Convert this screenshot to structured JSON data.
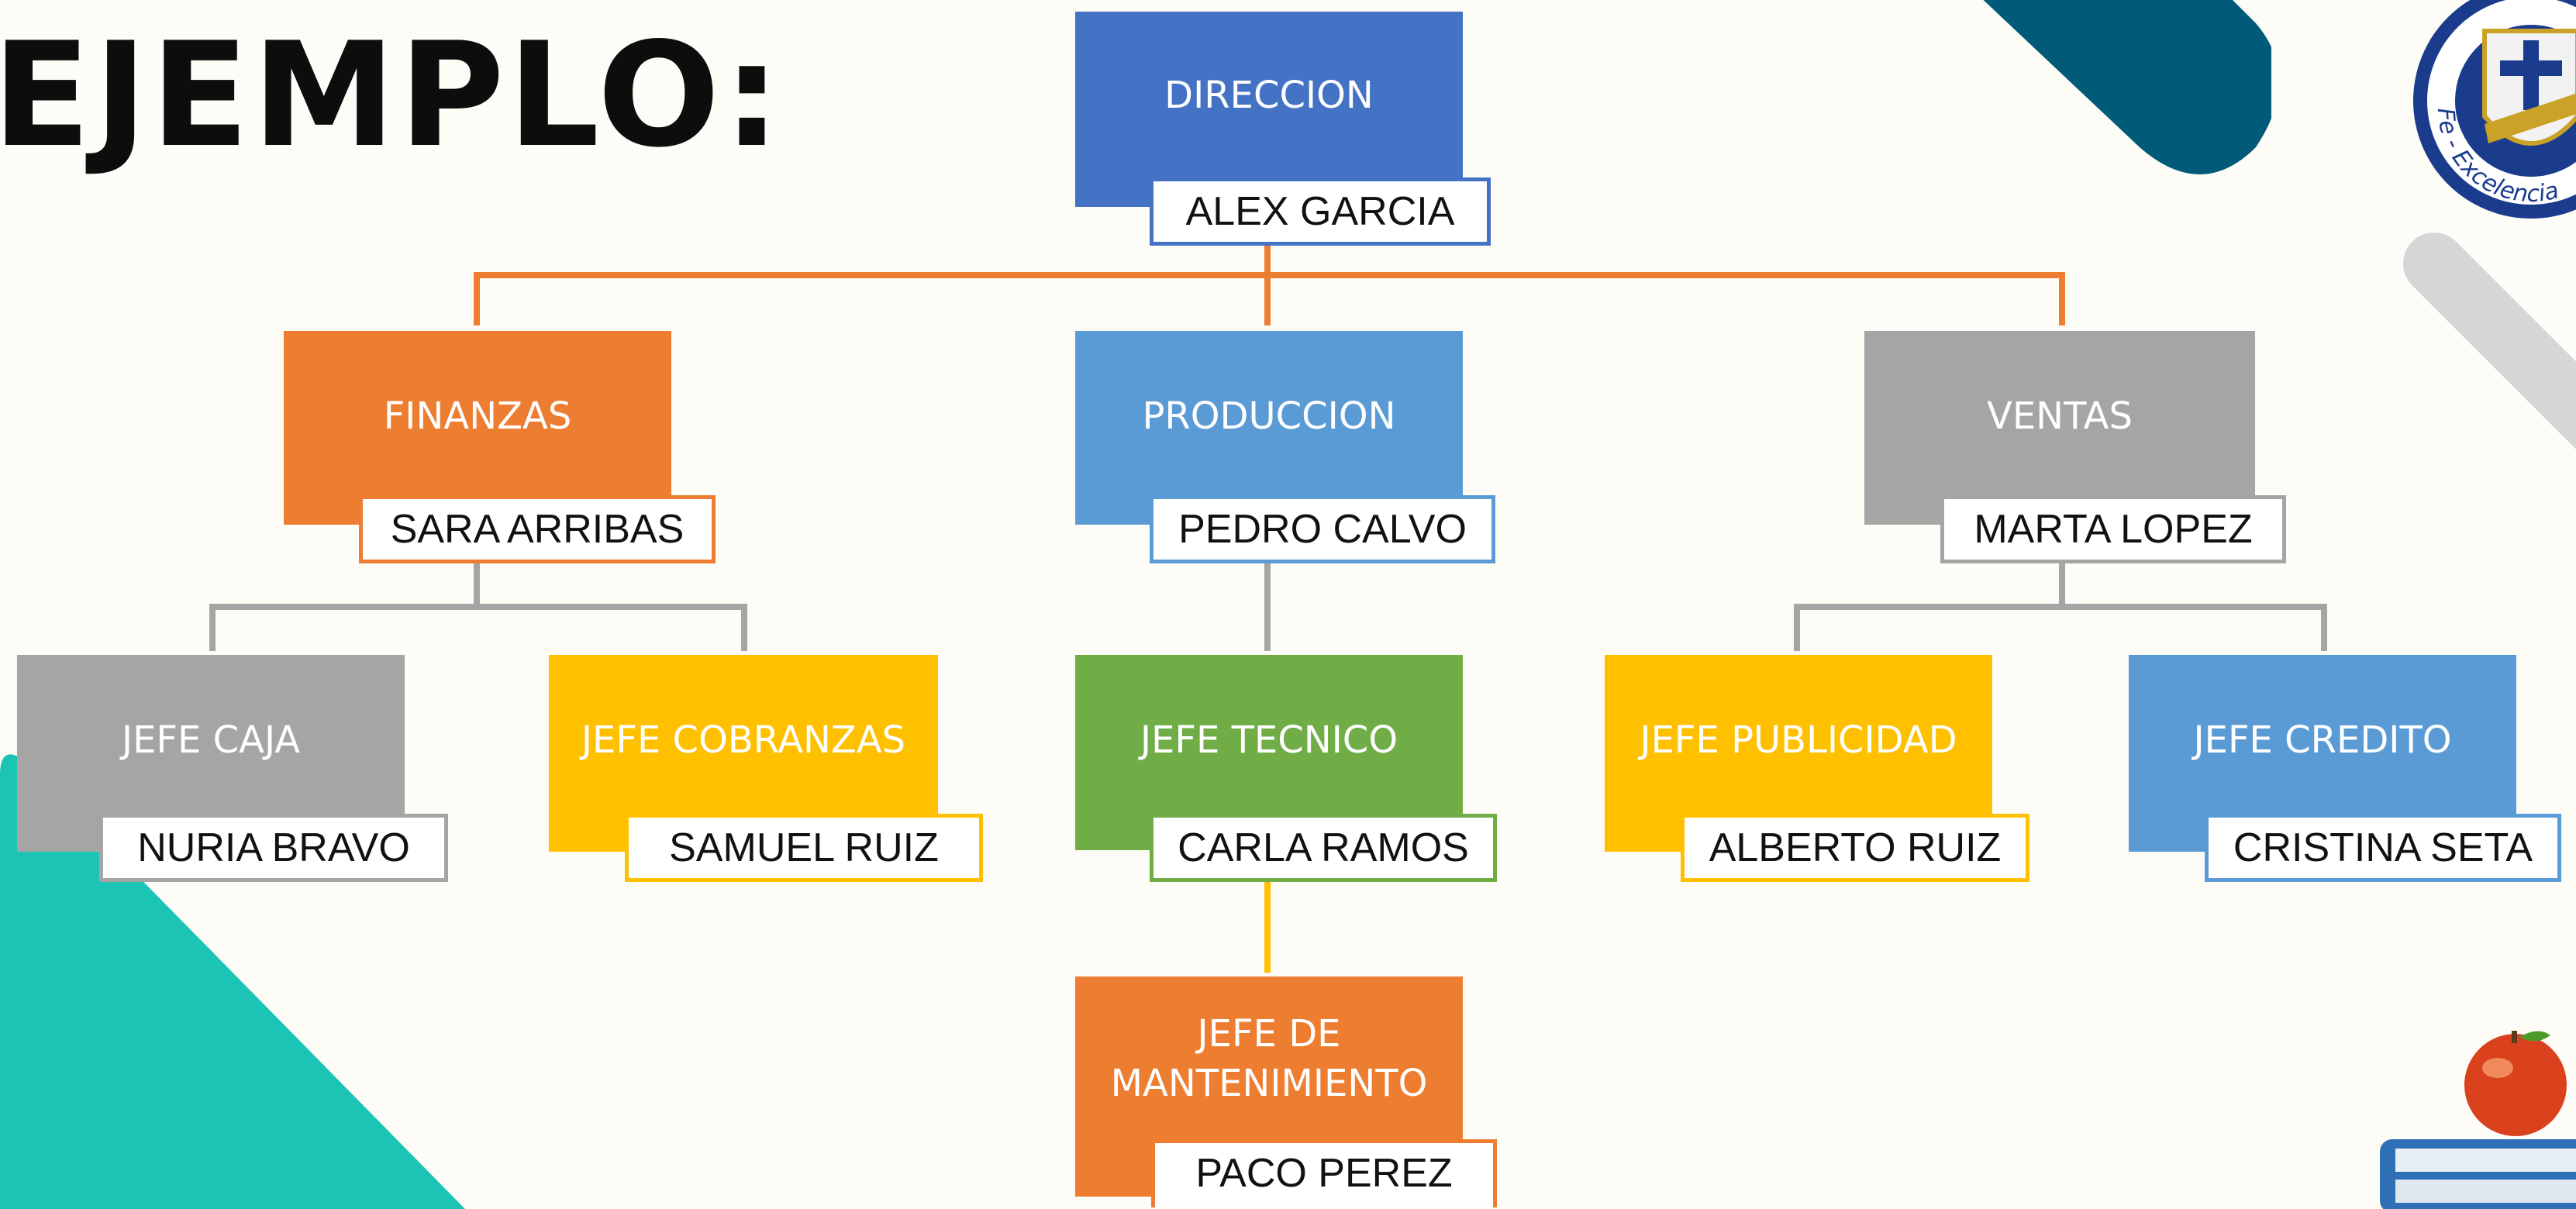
{
  "page_title": "EJEMPLO:",
  "colors": {
    "blue_dark": "#4472c4",
    "blue_light": "#5b9bd5",
    "orange": "#ed7d31",
    "grey": "#a5a5a5",
    "gold": "#ffc000",
    "green": "#70ad47",
    "teal_decor": "#1cc4b5",
    "navy_decor": "#005a78",
    "background": "#fdfcf7"
  },
  "org_chart": {
    "root": {
      "role": "DIRECCION",
      "name": "ALEX GARCIA"
    },
    "finanzas": {
      "role": "FINANZAS",
      "name": "SARA ARRIBAS"
    },
    "produccion": {
      "role": "PRODUCCION",
      "name": "PEDRO CALVO"
    },
    "ventas": {
      "role": "VENTAS",
      "name": "MARTA LOPEZ"
    },
    "jefe_caja": {
      "role": "JEFE CAJA",
      "name": "NURIA BRAVO"
    },
    "jefe_cobranzas": {
      "role": "JEFE COBRANZAS",
      "name": "SAMUEL RUIZ"
    },
    "jefe_tecnico": {
      "role": "JEFE TECNICO",
      "name": "CARLA RAMOS"
    },
    "jefe_mantenimiento": {
      "role": "JEFE DE MANTENIMIENTO",
      "name": "PACO PEREZ"
    },
    "jefe_publicidad": {
      "role": "JEFE PUBLICIDAD",
      "name": "ALBERTO RUIZ"
    },
    "jefe_credito": {
      "role": "JEFE CREDITO",
      "name": "CRISTINA SETA"
    }
  },
  "logo": {
    "text": "Fe - Excelencia",
    "icon": "school-crest-icon"
  },
  "decor_icon": "apple-books-icon"
}
